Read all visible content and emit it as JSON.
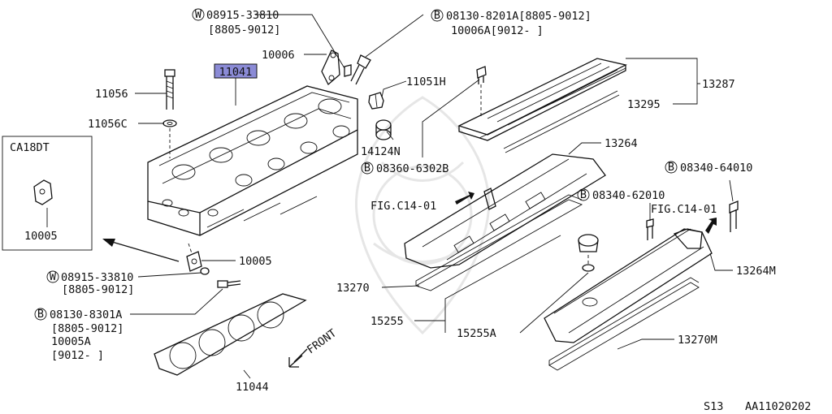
{
  "diagram": {
    "callouts": {
      "washer_bolt_top": {
        "code": "08915-33810",
        "range": "[8805-9012]",
        "marker": "W"
      },
      "bolt_top": {
        "code": "08130-8201A[8805-9012]",
        "alt": "10006A[9012-      ]",
        "marker": "B"
      },
      "bracket_top": {
        "code": "10006"
      },
      "head": {
        "code": "11041"
      },
      "seal": {
        "code": "11051H"
      },
      "bolt_head": {
        "code": "11056"
      },
      "bolt_washer": {
        "code": "11056C"
      },
      "plug": {
        "code": "14124N"
      },
      "bolt_cover": {
        "code": "08360-6302B",
        "marker": "B"
      },
      "cover_assy": {
        "code": "13287"
      },
      "cover_plate": {
        "code": "13295"
      },
      "rocker_cover": {
        "code": "13264"
      },
      "bolt_right": {
        "code": "08340-64010",
        "marker": "B"
      },
      "bolt_mid": {
        "code": "08340-62010",
        "marker": "B"
      },
      "fig_left": {
        "code": "FIG.C14-01"
      },
      "fig_right": {
        "code": "FIG.C14-01"
      },
      "rocker_cover_m": {
        "code": "13264M"
      },
      "gasket_cover": {
        "code": "13270"
      },
      "cap": {
        "code": "15255"
      },
      "cap_a": {
        "code": "15255A"
      },
      "gasket_cover_m": {
        "code": "13270M"
      },
      "variant_box": {
        "title": "CA18DT",
        "code": "10005"
      },
      "bracket_low": {
        "code": "10005"
      },
      "washer_bolt_low": {
        "code": "08915-33810",
        "range": "[8805-9012]",
        "marker": "W"
      },
      "bolt_low": {
        "code": "08130-8301A",
        "range": "[8805-9012]",
        "alt": "10005A",
        "alt_range": "[9012-      ]",
        "marker": "B"
      },
      "head_gasket": {
        "code": "11044"
      },
      "front": {
        "code": "FRONT"
      }
    },
    "footer": {
      "section": "S13",
      "ref": "AA11020202"
    }
  },
  "colors": {
    "ink": "#111111",
    "highlight": "#8b8bd6",
    "background": "#ffffff"
  }
}
